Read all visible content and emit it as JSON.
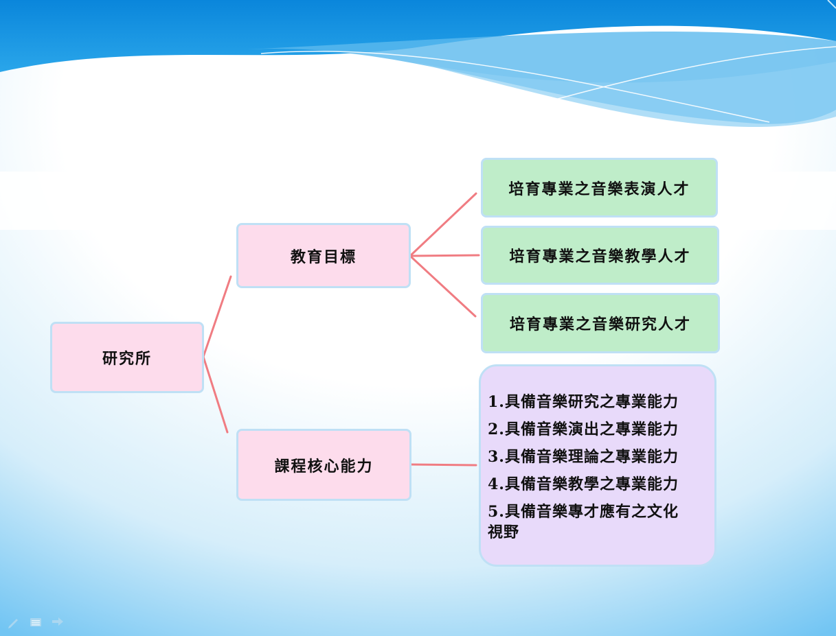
{
  "diagram": {
    "root": {
      "label": "研究所"
    },
    "branches": [
      {
        "label": "教育目標",
        "children": [
          "培育專業之音樂表演人才",
          "培育專業之音樂教學人才",
          "培育專業之音樂研究人才"
        ]
      },
      {
        "label": "課程核心能力",
        "children": [
          "1.具備音樂研究之專業能力",
          "2.具備音樂演出之專業能力",
          "3.具備音樂理論之專業能力",
          "4.具備音樂教學之專業能力",
          "5.具備音樂專才應有之文化視野"
        ]
      }
    ]
  },
  "colors": {
    "header_blue": "#0f8fe0",
    "connector": "#f07c82",
    "root_box": "#fddcec",
    "goal_box": "#bfedc9",
    "ability_box": "#e8dafa",
    "box_border": "#bfe0f5"
  },
  "slide_controls": [
    "pen-icon",
    "menu-icon",
    "next-arrow-icon"
  ]
}
